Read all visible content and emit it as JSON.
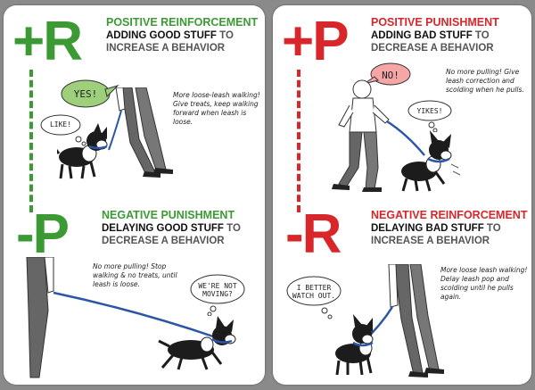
{
  "colors": {
    "green": "#3c9a34",
    "red": "#d8262a",
    "leash": "#2b55a5"
  },
  "positive_reinforcement": {
    "symbol_sign": "+",
    "symbol_letter": "R",
    "title": "POSITIVE REINFORCEMENT",
    "sub_highlight": "ADDING GOOD STUFF",
    "sub_rest1": " TO",
    "sub_rest2": "INCREASE A BEHAVIOR",
    "note": "More loose-leash walking! Give treats, keep walking forward when leash is loose.",
    "speech": "YES!",
    "dog_thought": "LIKE!"
  },
  "negative_punishment": {
    "symbol_sign": "-",
    "symbol_letter": "P",
    "title": "NEGATIVE PUNISHMENT",
    "sub_highlight": "DELAYING GOOD STUFF",
    "sub_rest1": " TO",
    "sub_rest2": "DECREASE A BEHAVIOR",
    "note": "No more pulling! Stop walking & no treats, until leash is loose.",
    "dog_thought": "WE'RE NOT MOVING?"
  },
  "positive_punishment": {
    "symbol_sign": "+",
    "symbol_letter": "P",
    "title": "POSITIVE PUNISHMENT",
    "sub_highlight": "ADDING BAD STUFF",
    "sub_rest1": " TO",
    "sub_rest2": "DECREASE A BEHAVIOR",
    "note": "No more pulling! Give leash correction and scolding when he pulls.",
    "speech": "NO!",
    "dog_thought": "YIKES!"
  },
  "negative_reinforcement": {
    "symbol_sign": "-",
    "symbol_letter": "R",
    "title": "NEGATIVE REINFORCEMENT",
    "sub_highlight": "DELAYING BAD STUFF",
    "sub_rest1": " TO",
    "sub_rest2": "INCREASE A BEHAVIOR",
    "note": "More loose leash walking! Delay leash pop and scolding until he pulls again.",
    "dog_thought": "I BETTER WATCH OUT."
  }
}
